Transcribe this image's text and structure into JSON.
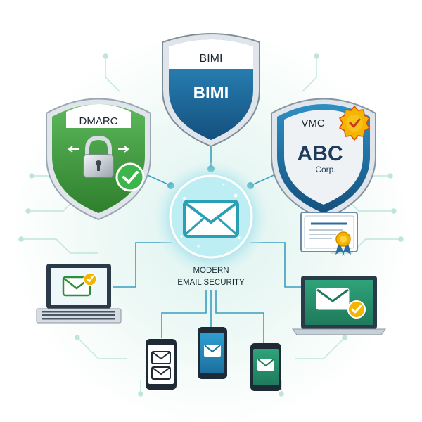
{
  "shields": {
    "dmarc": {
      "title": "DMARC"
    },
    "bimi": {
      "title": "BIMI",
      "logo_text": "BIMI"
    },
    "vmc": {
      "title": "VMC",
      "logo_main": "ABC",
      "logo_sub": "Corp."
    }
  },
  "hub": {
    "label_line1": "MODERN",
    "label_line2": "EMAIL SECURITY"
  },
  "devices": [
    "laptop-left",
    "laptop-right",
    "phone-left",
    "phone-center",
    "phone-right"
  ],
  "colors": {
    "dmarc_green": "#3f9a3c",
    "bimi_blue": "#1f6f9e",
    "vmc_blue": "#2a6496",
    "check_green": "#3db54a",
    "badge_gold": "#f5b400",
    "envelope_teal": "#2b9fb6",
    "circuit": "#b9e3d8"
  }
}
